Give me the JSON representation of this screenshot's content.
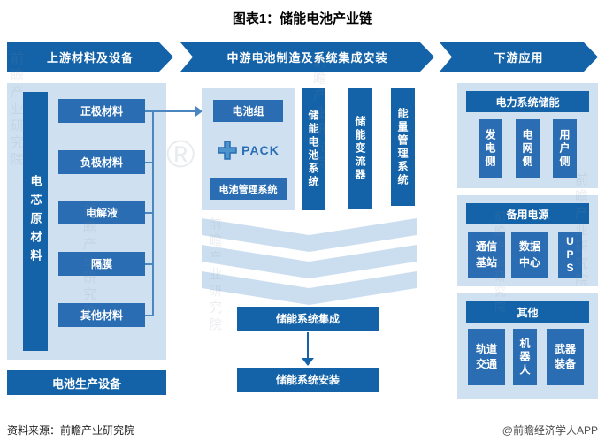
{
  "title": "图表1：储能电池产业链",
  "watermark": {
    "text": "前瞻产业研究院",
    "registered": "®"
  },
  "headers": {
    "upstream": "上游材料及设备",
    "midstream": "中游电池制造及系统集成安装",
    "downstream": "下游应用"
  },
  "upstream": {
    "raw_material_label": "电芯原材料",
    "materials": [
      "正极材料",
      "负极材料",
      "电解液",
      "隔膜",
      "其他材料"
    ],
    "equipment": "电池生产设备"
  },
  "midstream": {
    "battery_pack": "电池组",
    "pack": "PACK",
    "bms": "电池管理系统",
    "systems": [
      "储能电池系统",
      "储能变流器",
      "能量管理系统"
    ],
    "integration": "储能系统集成",
    "installation": "储能系统安装"
  },
  "downstream": {
    "groups": [
      {
        "title": "电力系统储能",
        "items": [
          "发电侧",
          "电网侧",
          "用户侧"
        ]
      },
      {
        "title": "备用电源",
        "items": [
          "通信基站",
          "数据中心",
          "UPS"
        ]
      },
      {
        "title": "其他",
        "items": [
          "轨道交通",
          "机器人",
          "武器装备"
        ]
      }
    ]
  },
  "footer": {
    "source": "资料来源：前瞻产业研究院",
    "credit": "@前瞻经济学人APP"
  },
  "colors": {
    "primary_dark_blue": "#1463A8",
    "box_blue": "#2A6DB3",
    "panel_light_blue": "#CFE1F1",
    "chevron_blue": "#CBDEF0"
  }
}
